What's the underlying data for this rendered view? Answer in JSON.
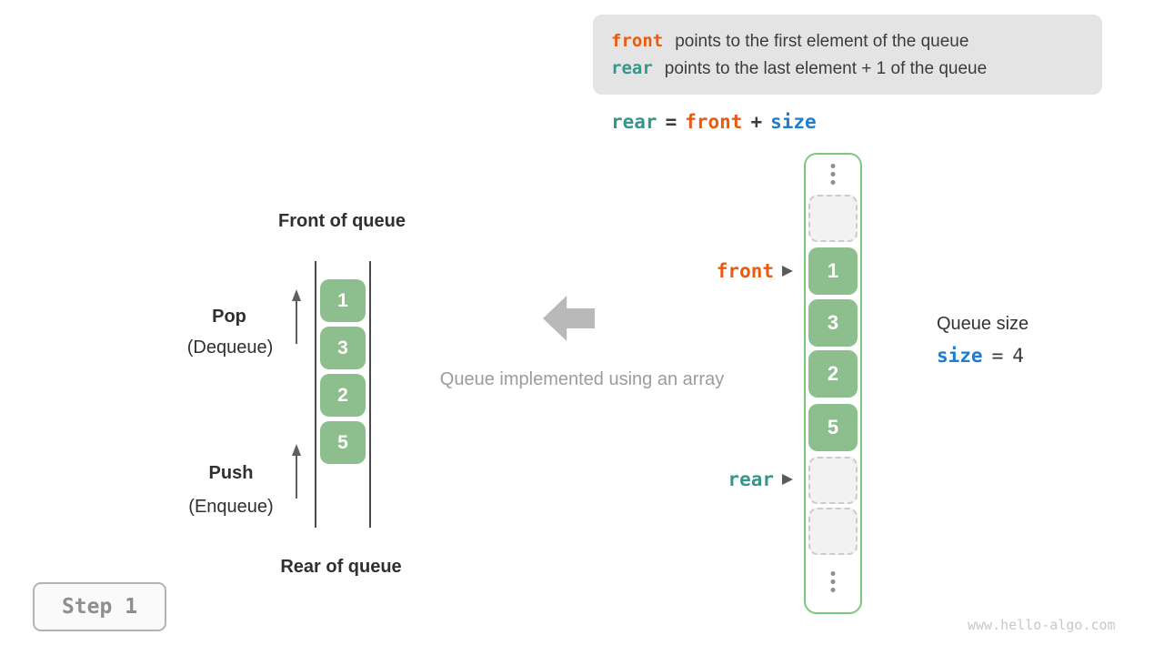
{
  "colors": {
    "front_orange": "#eb5a0f",
    "rear_teal": "#37968c",
    "size_blue": "#1e7dd2",
    "cell_green": "#8dbe8d",
    "container_green_border": "#7dc87d",
    "info_box_gray": "#e4e4e4",
    "muted_gray": "#9c9c9c"
  },
  "info_box": {
    "line1": {
      "keyword": "front",
      "text": "points to the first element of the queue"
    },
    "line2": {
      "keyword": "rear",
      "text": "points to the last element + 1 of the queue"
    }
  },
  "formula": {
    "lhs": "rear",
    "eq": "=",
    "mid": "front",
    "plus": "+",
    "rhs": "size"
  },
  "queue_diagram": {
    "front_label": "Front of queue",
    "rear_label": "Rear of queue",
    "pop_title": "Pop",
    "pop_subtitle": "(Dequeue)",
    "push_title": "Push",
    "push_subtitle": "(Enqueue)",
    "values": [
      "1",
      "3",
      "2",
      "5"
    ]
  },
  "center_caption": "Queue implemented using an array",
  "array_diagram": {
    "values": [
      "1",
      "3",
      "2",
      "5"
    ],
    "front_pointer": "front",
    "rear_pointer": "rear"
  },
  "queue_size": {
    "label": "Queue size",
    "variable": "size",
    "equals": "=",
    "value": "4"
  },
  "step_badge": "Step 1",
  "watermark": "www.hello-algo.com"
}
